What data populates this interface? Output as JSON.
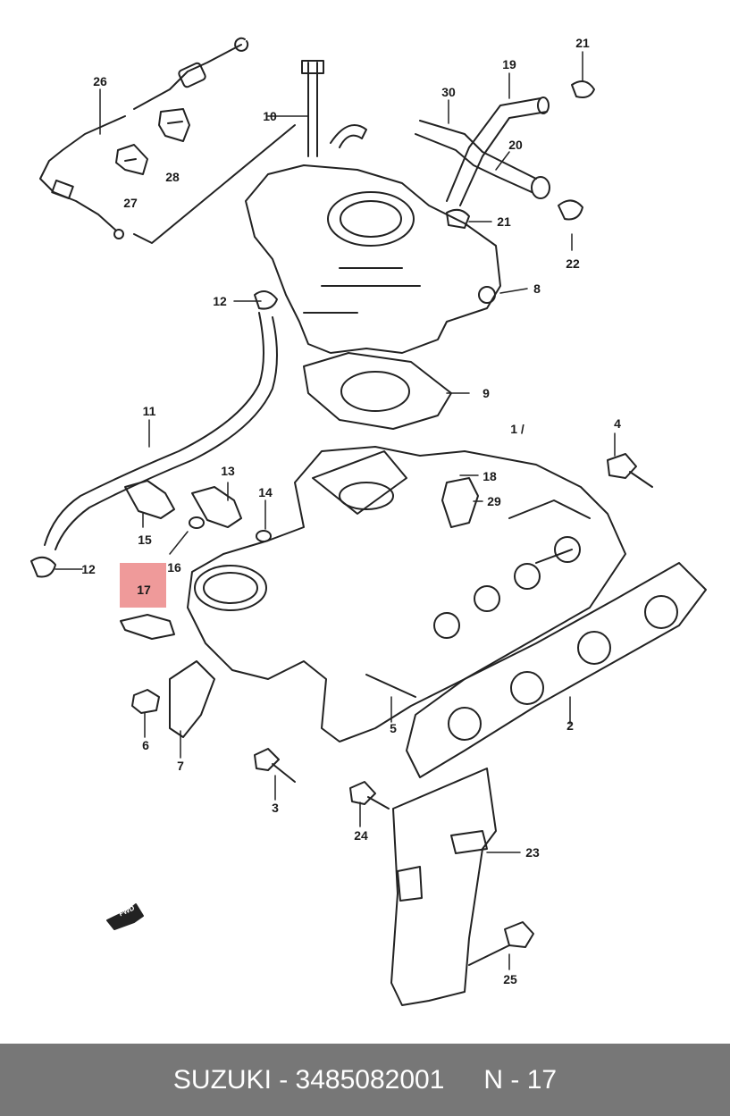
{
  "labels": {
    "p2": "2",
    "p3": "3",
    "p4": "4",
    "p5": "5",
    "p6": "6",
    "p7": "7",
    "p8": "8",
    "p9": "9",
    "p10": "10",
    "p11": "11",
    "p12a": "12",
    "p12b": "12",
    "p13": "13",
    "p14": "14",
    "p15": "15",
    "p16": "16",
    "p17": "17",
    "p17b": "1 /",
    "p18": "18",
    "p19": "19",
    "p20": "20",
    "p21a": "21",
    "p21b": "21",
    "p22": "22",
    "p23": "23",
    "p24": "24",
    "p25": "25",
    "p26": "26",
    "p27": "27",
    "p28": "28",
    "p29": "29",
    "p30": "30"
  },
  "fwd_text": "FWD",
  "highlight_color": "#ef9a9a",
  "footer": {
    "left": "SUZUKI - 3485082001",
    "right": "N - 17"
  }
}
